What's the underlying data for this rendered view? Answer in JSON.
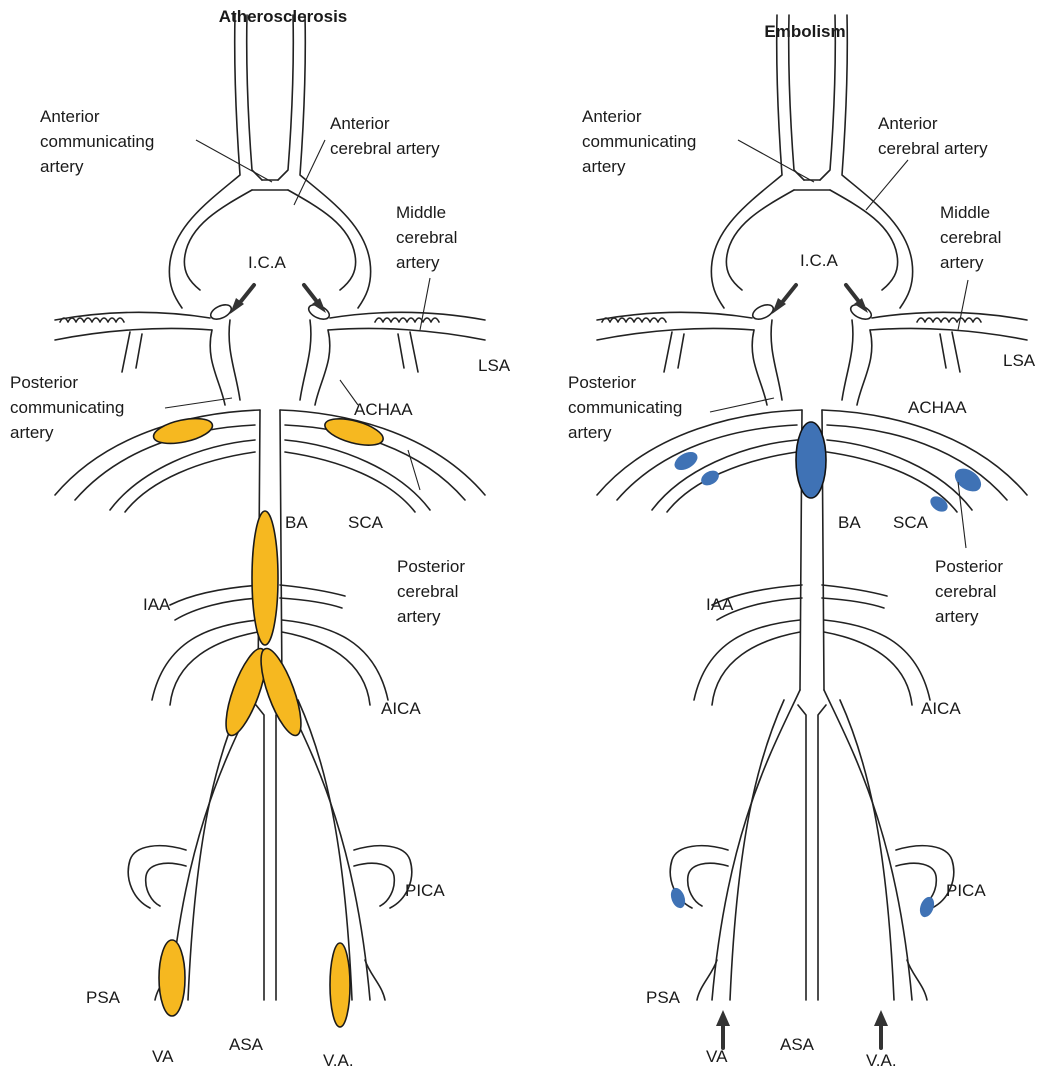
{
  "panels": [
    {
      "title": "Atherosclerosis",
      "labels": {
        "acom": [
          "Anterior",
          "communicating",
          "artery"
        ],
        "aca": [
          "Anterior",
          "cerebral artery"
        ],
        "mca": [
          "Middle",
          "cerebral",
          "artery"
        ],
        "ica": "I.C.A",
        "lsa": "LSA",
        "pcom": [
          "Posterior",
          "communicating",
          "artery"
        ],
        "achaa": "ACHAA",
        "ba": "BA",
        "sca": "SCA",
        "pca": [
          "Posterior",
          "cerebral",
          "artery"
        ],
        "iaa": "IAA",
        "aica": "AICA",
        "pica": "PICA",
        "psa": "PSA",
        "va_left": "VA",
        "asa": "ASA",
        "va_right": "V.A."
      },
      "lesion_color": "#f6b820"
    },
    {
      "title": "Embolism",
      "labels": {
        "acom": [
          "Anterior",
          "communicating",
          "artery"
        ],
        "aca": [
          "Anterior",
          "cerebral artery"
        ],
        "mca": [
          "Middle",
          "cerebral",
          "artery"
        ],
        "ica": "I.C.A",
        "lsa": "LSA",
        "pcom": [
          "Posterior",
          "communicating",
          "artery"
        ],
        "achaa": "ACHAA",
        "ba": "BA",
        "sca": "SCA",
        "pca": [
          "Posterior",
          "cerebral",
          "artery"
        ],
        "iaa": "IAA",
        "aica": "AICA",
        "pica": "PICA",
        "psa": "PSA",
        "va_left": "VA",
        "asa": "ASA",
        "va_right": "V.A."
      },
      "lesion_color": "#3f72b5"
    }
  ]
}
